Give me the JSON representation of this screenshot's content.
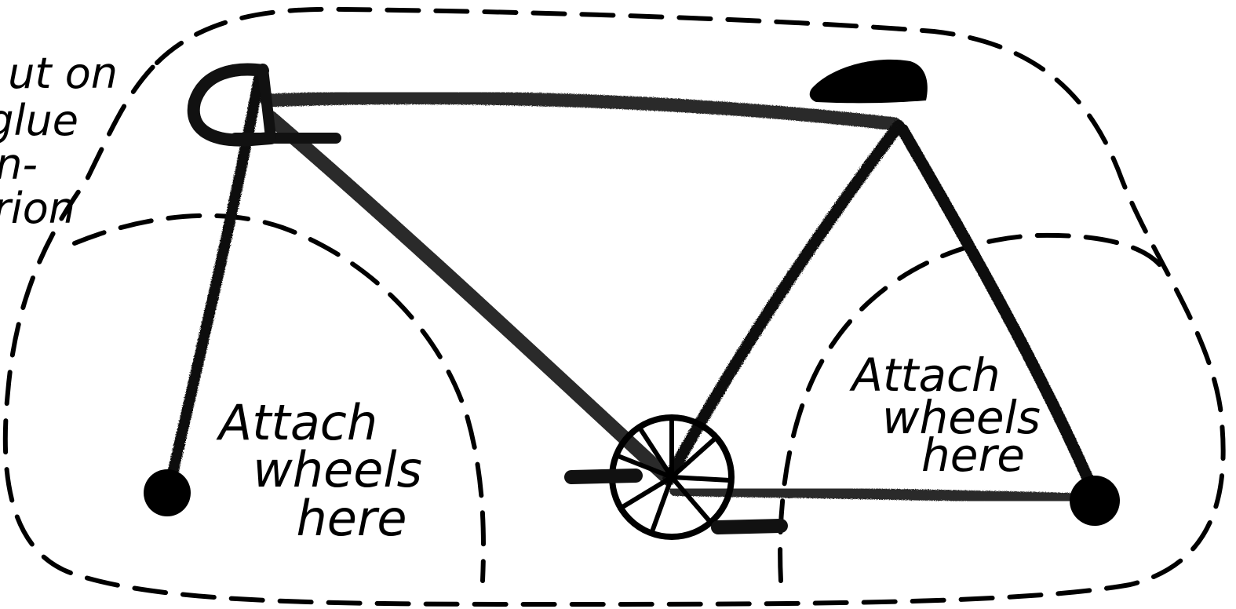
{
  "left_note": {
    "lines": [
      "ut on",
      "glue",
      "n-",
      "rion"
    ]
  },
  "front_wheel_zone": {
    "lines": [
      "Attach",
      "wheels",
      "here"
    ]
  },
  "rear_wheel_zone": {
    "lines": [
      "Attach",
      "wheels",
      "here"
    ]
  },
  "colors": {
    "ink": "#000000",
    "background": "#ffffff"
  }
}
